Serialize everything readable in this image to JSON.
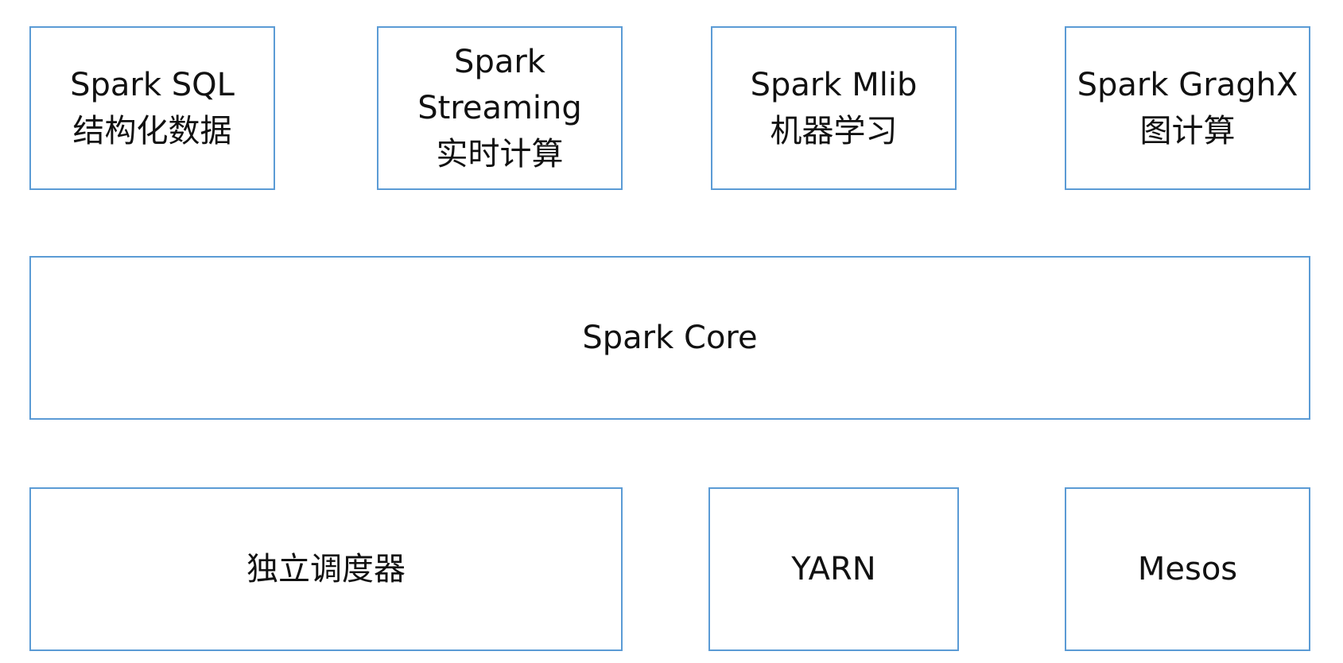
{
  "diagram": {
    "border_color": "#5b9bd5",
    "top_row": [
      {
        "id": "sql",
        "lines": [
          "Spark SQL",
          "结构化数据"
        ]
      },
      {
        "id": "streaming",
        "lines": [
          "Spark",
          "Streaming",
          "实时计算"
        ]
      },
      {
        "id": "mlib",
        "lines": [
          "Spark Mlib",
          "机器学习"
        ]
      },
      {
        "id": "graphx",
        "lines": [
          "Spark GraghX",
          "图计算"
        ]
      }
    ],
    "core": {
      "label": "Spark Core"
    },
    "bottom_row": [
      {
        "id": "standalone",
        "label": "独立调度器"
      },
      {
        "id": "yarn",
        "label": "YARN"
      },
      {
        "id": "mesos",
        "label": "Mesos"
      }
    ]
  }
}
